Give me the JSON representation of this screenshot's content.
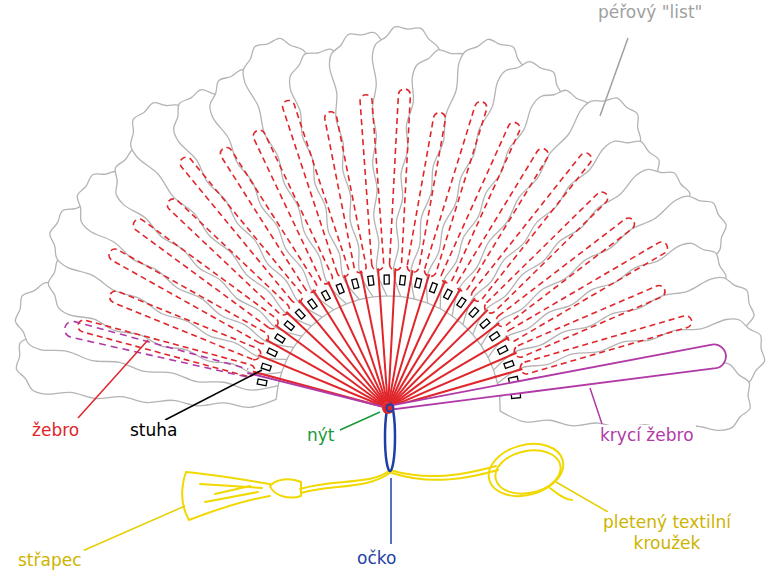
{
  "diagram": {
    "labels": [
      "péřový \"list\"",
      "žebro",
      "stuha",
      "nýt",
      "krycí žebro",
      "střapec",
      "očko",
      "pletený textilní kroužek"
    ]
  }
}
